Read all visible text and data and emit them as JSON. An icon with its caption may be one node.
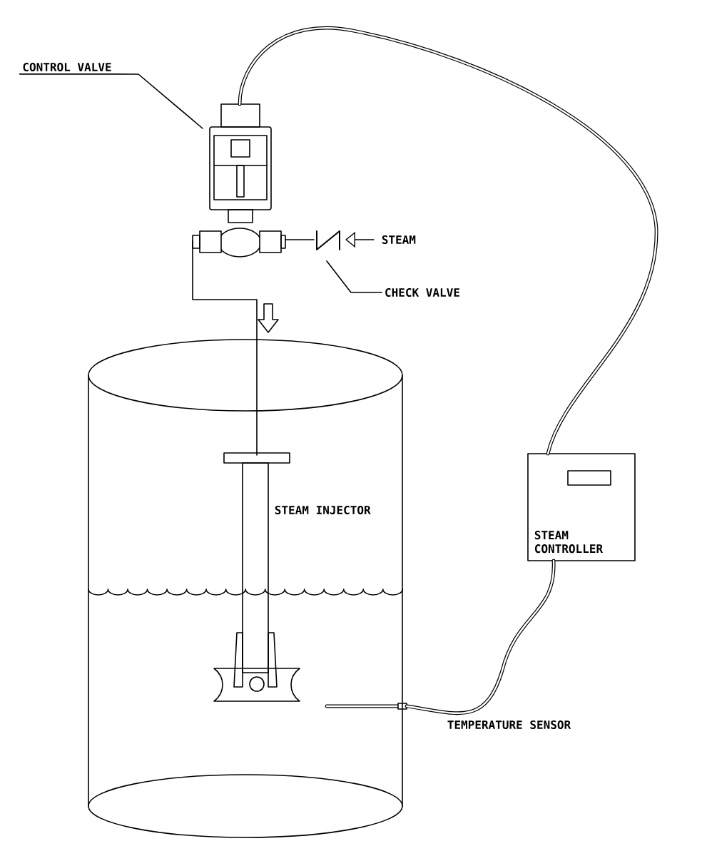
{
  "diagram": {
    "nodes": [
      {
        "text": [
          "CONTROL VALVE"
        ]
      },
      {
        "text": [],
        "shape": "picture"
      },
      {
        "text": [
          "CHECK VALVE"
        ]
      },
      {
        "text": [],
        "shape": "picture"
      },
      {
        "text": [
          "STEAM CONTROLLER"
        ]
      },
      {
        "text": [],
        "shape": "bar",
        "beside": [
          "TEMPERATURE SENSOR"
        ],
        "in": 6
      },
      {
        "text": [],
        "shape": "cylinder"
      },
      {
        "text": [],
        "shape": "picture",
        "beside": [
          "STEAM INJECTOR"
        ],
        "in": 6
      }
    ],
    "edges": [
      {
        "from": 0,
        "to": 1,
        "arrow": "none"
      },
      {
        "from": 2,
        "to": 3,
        "arrow": "none"
      },
      {
        "from": null,
        "to": 3,
        "arrow": "to",
        "label": "STEAM"
      },
      {
        "from": 3,
        "to": 1,
        "arrow": "none"
      },
      {
        "from": 1,
        "to": 7,
        "arrow": "none"
      },
      {
        "from": 4,
        "to": 1,
        "arrow": "none",
        "style": "thick"
      },
      {
        "from": 5,
        "to": 4,
        "arrow": "none",
        "style": "thick"
      }
    ]
  }
}
